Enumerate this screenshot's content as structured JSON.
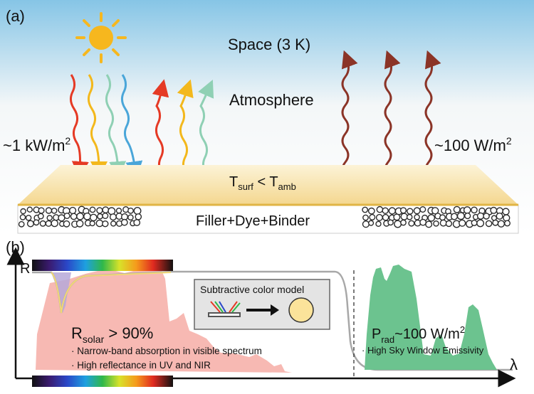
{
  "panel_a": {
    "label": "(a)",
    "space_label": "Space (3 K)",
    "atmosphere_label": "Atmosphere",
    "solar_flux": {
      "prefix": "~1 kW/m",
      "sup": "2"
    },
    "thermal_flux": {
      "prefix": "~100 W/m",
      "sup": "2"
    },
    "surface_temp": {
      "t1": "T",
      "s1": "surf",
      "op": " < ",
      "t2": "T",
      "s2": "amb"
    },
    "layer_label": "Filler+Dye+Binder",
    "colors": {
      "red": "#e53a25",
      "yellow": "#f3b81c",
      "green": "#8fd0b4",
      "blue": "#4aa6d9",
      "brown": "#8b3427",
      "sun": "#f6b71e",
      "slab": "#f7e2ae"
    }
  },
  "panel_b": {
    "label": "(b)",
    "y_axis_label": "R",
    "x_axis_label": "λ",
    "inset_title": "Subtractive color model",
    "r_solar": {
      "main": "R",
      "sub": "solar",
      "rest": " > 90%"
    },
    "solar_bullets": [
      "· Narrow-band absorption in visible spectrum",
      "· High reflectance in UV and NIR"
    ],
    "p_rad": {
      "main": "P",
      "sub": "rad",
      "rest": "~100 W/m",
      "sup": "2"
    },
    "rad_bullet": "· High Sky Window Emissivity",
    "colors": {
      "solar_spectrum": "#f7b9b3",
      "atmospheric_window": "#6cc38f",
      "absorption_dip": "#b6a8d8",
      "reflectance_curve": "#a8a8a8",
      "inset_bg": "#e4e4e4",
      "inset_circle": "#fbe39a"
    }
  }
}
